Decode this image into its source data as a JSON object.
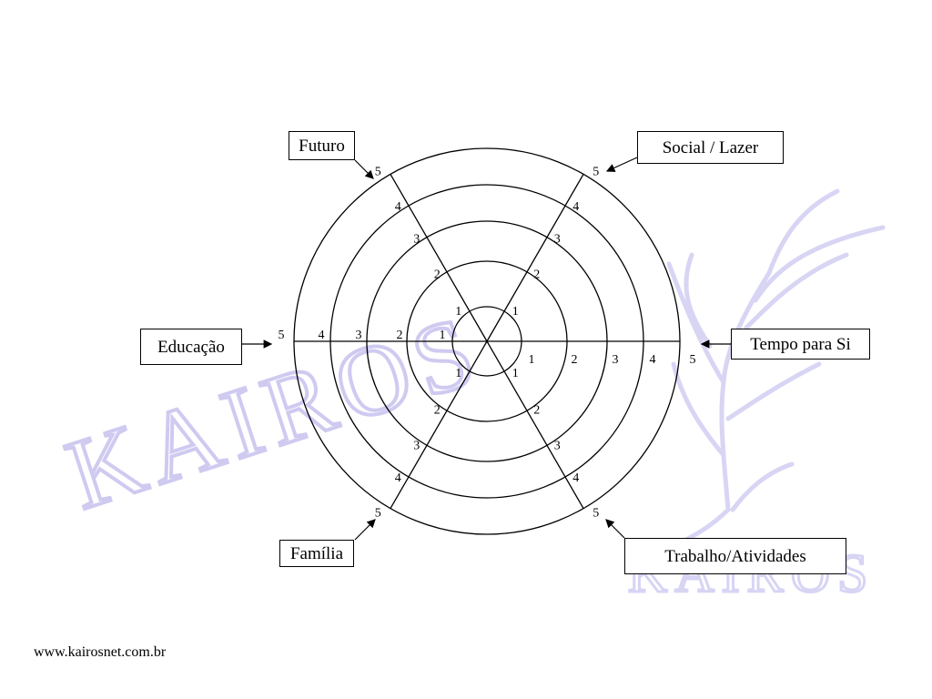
{
  "watermark": {
    "text": "KAIROS",
    "color": "#c9c6ee"
  },
  "wheel": {
    "scale": [
      "1",
      "2",
      "3",
      "4",
      "5"
    ],
    "line_color": "#000000"
  },
  "areas": [
    {
      "id": "futuro",
      "label": "Futuro"
    },
    {
      "id": "social",
      "label": "Social / Lazer"
    },
    {
      "id": "tempo",
      "label": "Tempo para Si"
    },
    {
      "id": "trabalho",
      "label": "Trabalho/Atividades"
    },
    {
      "id": "familia",
      "label": "Família"
    },
    {
      "id": "educacao",
      "label": "Educação"
    }
  ],
  "footer": {
    "url": "www.kairosnet.com.br"
  }
}
